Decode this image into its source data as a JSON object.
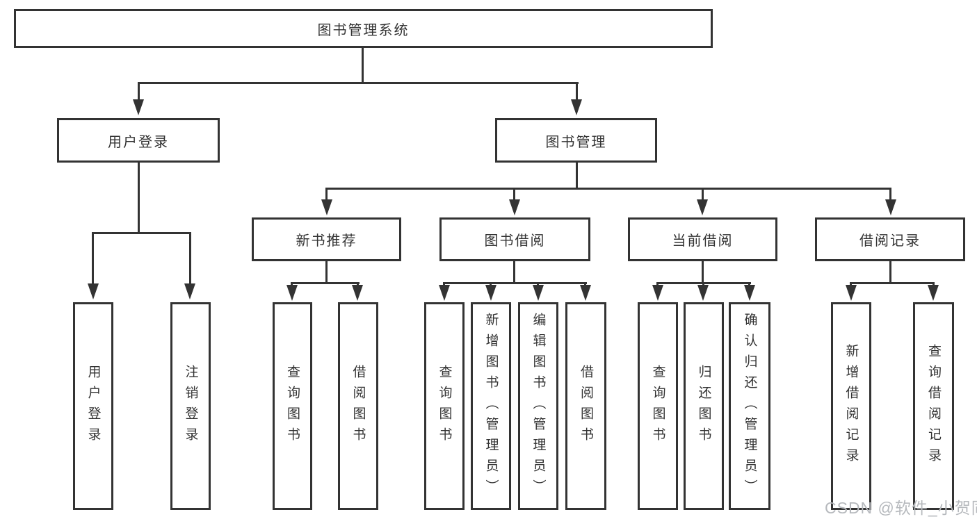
{
  "tree": {
    "root": {
      "label": "图书管理系统",
      "children": [
        {
          "label": "用户登录",
          "children": [
            {
              "label": "用户登录"
            },
            {
              "label": "注销登录"
            }
          ]
        },
        {
          "label": "图书管理",
          "children": [
            {
              "label": "新书推荐",
              "children": [
                {
                  "label": "查询图书"
                },
                {
                  "label": "借阅图书"
                }
              ]
            },
            {
              "label": "图书借阅",
              "children": [
                {
                  "label": "查询图书"
                },
                {
                  "label": "新增图书（管理员）"
                },
                {
                  "label": "编辑图书（管理员）"
                },
                {
                  "label": "借阅图书"
                }
              ]
            },
            {
              "label": "当前借阅",
              "children": [
                {
                  "label": "查询图书"
                },
                {
                  "label": "归还图书"
                },
                {
                  "label": "确认归还（管理员）"
                }
              ]
            },
            {
              "label": "借阅记录",
              "children": [
                {
                  "label": "新增借阅记录"
                },
                {
                  "label": "查询借阅记录"
                }
              ]
            }
          ]
        }
      ]
    },
    "watermark": "CSDN @软件_小贺同学",
    "colors": {
      "line": "#333333",
      "text": "#333333",
      "background": "#ffffff",
      "watermark": "#b6b9bd"
    }
  }
}
